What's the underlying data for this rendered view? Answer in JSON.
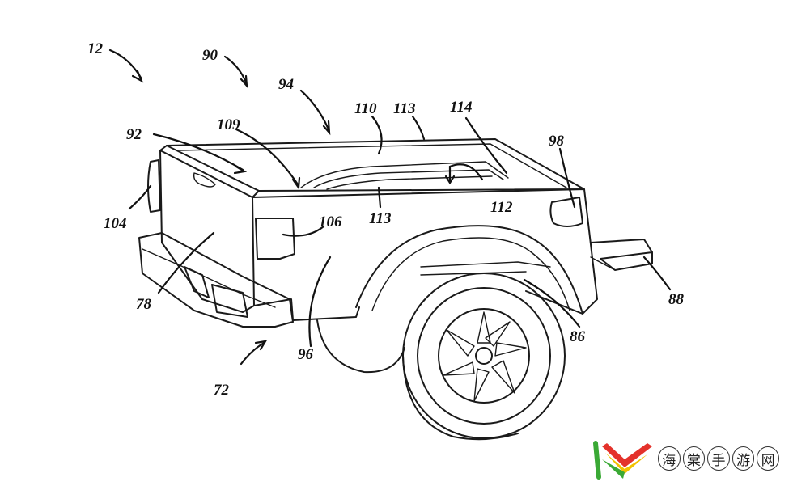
{
  "figure": {
    "labels": [
      "12",
      "90",
      "94",
      "92",
      "109",
      "110",
      "113",
      "114",
      "98",
      "104",
      "106",
      "113",
      "112",
      "78",
      "96",
      "88",
      "86",
      "72"
    ]
  },
  "watermark": {
    "text": "海棠手游网",
    "chars": [
      "海",
      "棠",
      "手",
      "游",
      "网"
    ],
    "colors": {
      "green": "#3aa935",
      "yellow": "#f2c200",
      "red": "#e4322b"
    }
  }
}
